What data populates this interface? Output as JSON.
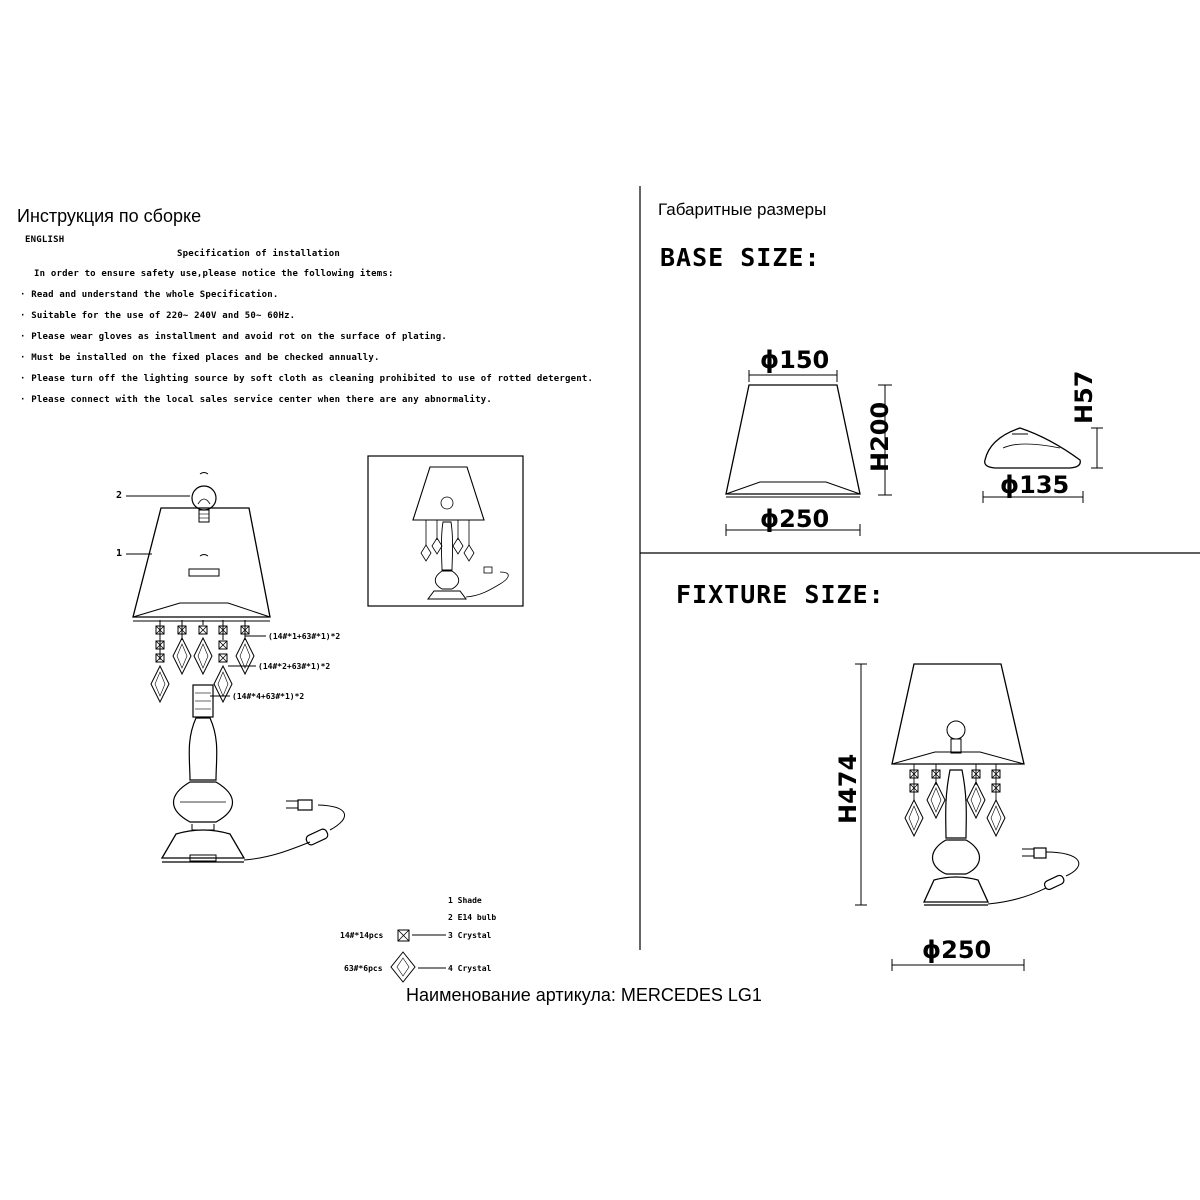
{
  "left": {
    "title": "Инструкция по сборке",
    "language": "ENGLISH",
    "spec_title": "Specification of installation",
    "intro": "In order to ensure safety use,please notice the following items:",
    "bullets": [
      "·  Read and understand the whole Specification.",
      "·  Suitable for the use of 220~ 240V and 50~ 60Hz.",
      "·  Please wear gloves as installment and avoid rot on the surface of plating.",
      "·  Must be installed on the fixed places and be checked annually.",
      "·  Please turn off the lighting source by soft cloth as cleaning prohibited to use of rotted detergent.",
      "·  Please connect with the local sales service center when there are any abnormality."
    ],
    "callouts": {
      "shade_num": "1",
      "bulb_num": "2",
      "chain1": "(14#*1+63#*1)*2",
      "chain2": "(14#*2+63#*1)*2",
      "chain3": "(14#*4+63#*1)*2"
    },
    "legend": {
      "item1": "1 Shade",
      "item2": "2 E14 bulb",
      "item3": "3 Crystal",
      "item4": "4 Crystal",
      "qty3": "14#*14pcs",
      "qty4": "63#*6pcs"
    }
  },
  "right": {
    "title": "Габаритные размеры",
    "base_heading": "BASE SIZE:",
    "fixture_heading": "FIXTURE SIZE:",
    "dims": {
      "shade_top": "ϕ150",
      "shade_bottom": "ϕ250",
      "shade_height": "H200",
      "base_height": "H57",
      "base_diameter": "ϕ135",
      "fixture_height": "H474",
      "fixture_diameter": "ϕ250"
    }
  },
  "footer": {
    "article": "Наименование артикула: MERCEDES LG1"
  }
}
